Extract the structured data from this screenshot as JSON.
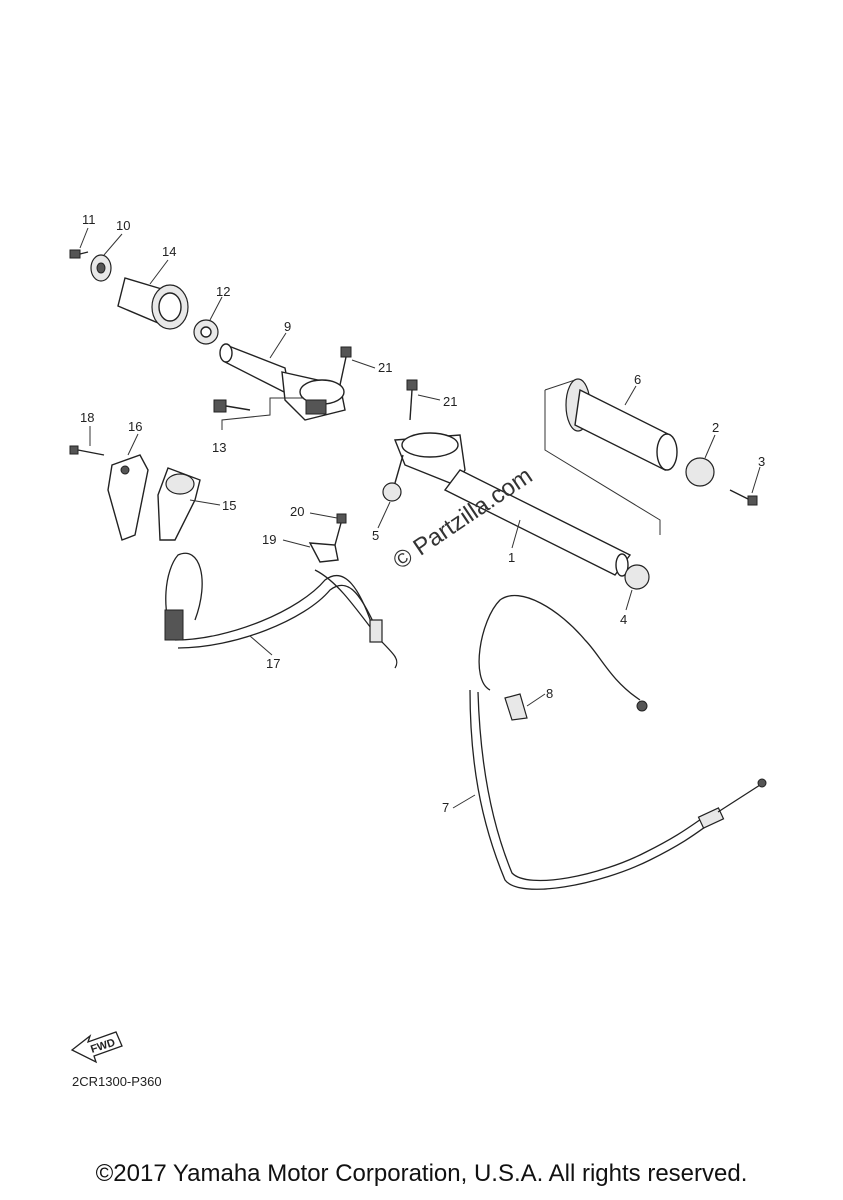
{
  "diagram": {
    "labels": {
      "p1": "1",
      "p2": "2",
      "p3": "3",
      "p4": "4",
      "p5": "5",
      "p6": "6",
      "p7": "7",
      "p8": "8",
      "p9": "9",
      "p10": "10",
      "p11": "11",
      "p12": "12",
      "p13": "13",
      "p14": "14",
      "p15": "15",
      "p16": "16",
      "p17": "17",
      "p18": "18",
      "p19": "19",
      "p20": "20",
      "p21a": "21",
      "p21b": "21"
    },
    "watermark": "© Partzilla.com",
    "fwd": "FWD",
    "code": "2CR1300-P360"
  },
  "footer": {
    "copyright": "©2017 Yamaha Motor Corporation, U.S.A. All rights reserved."
  }
}
